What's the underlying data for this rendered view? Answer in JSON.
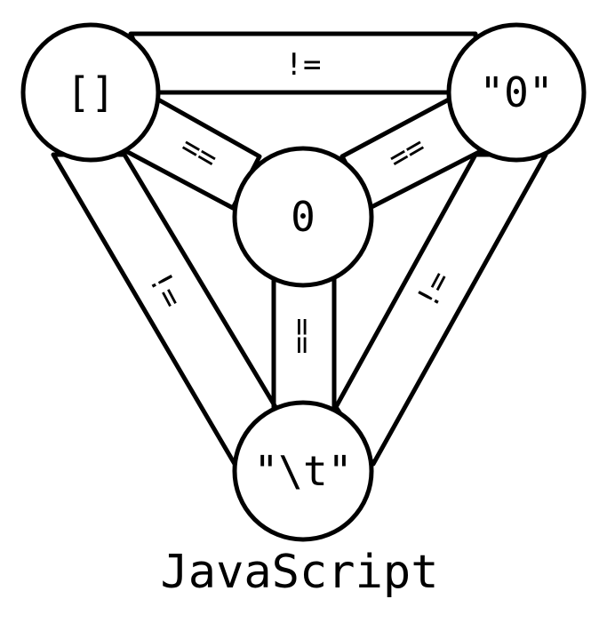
{
  "title": "JavaScript",
  "nodes": {
    "empty_array": "[]",
    "string_zero": "\"0\"",
    "zero": "0",
    "string_tab": "\"\\t\""
  },
  "edges": {
    "array_to_string_zero": "!=",
    "array_to_zero": "==",
    "string_zero_to_zero": "==",
    "zero_to_string_tab": "==",
    "array_to_string_tab": "!=",
    "string_zero_to_string_tab": "!="
  },
  "colors": {
    "stroke": "#000000",
    "background": "#ffffff"
  }
}
